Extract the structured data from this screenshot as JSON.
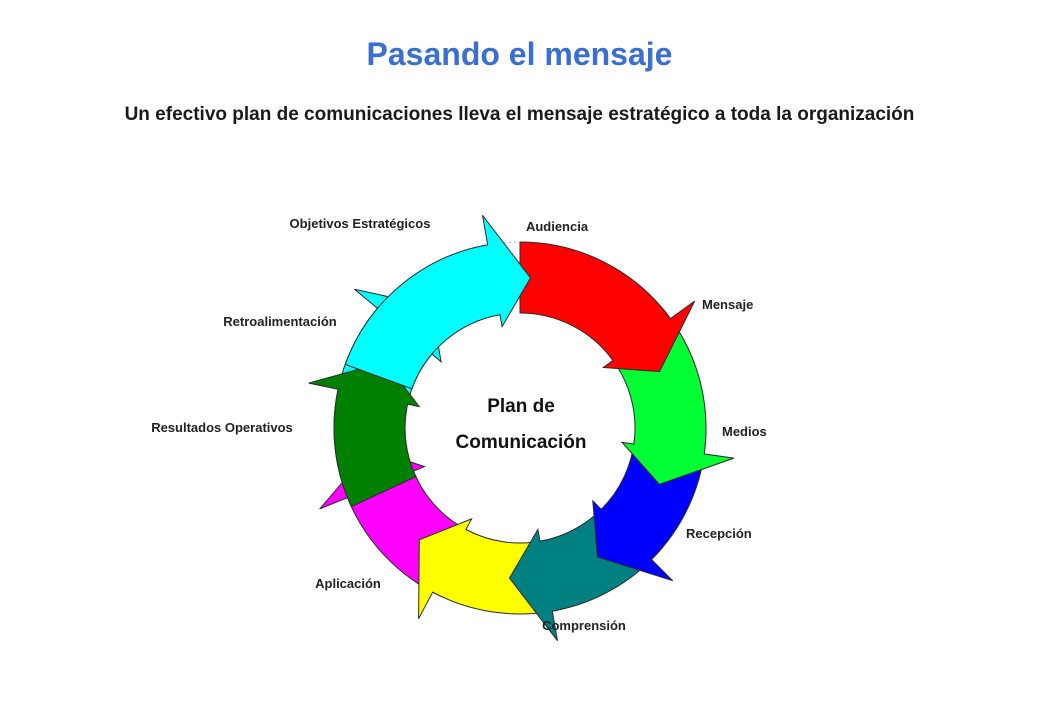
{
  "title": "Pasando el mensaje",
  "subtitle": "Un efectivo plan de comunicaciones lleva el mensaje estratégico a toda la organización",
  "center": {
    "line1": "Plan de",
    "line2": "Comunicación"
  },
  "steps": [
    {
      "label": "Objetivos Estratégicos",
      "color": "#00ffff"
    },
    {
      "label": "Audiencia",
      "color": "#ff0000"
    },
    {
      "label": "Mensaje",
      "color": "#00ff33"
    },
    {
      "label": "Medios",
      "color": "#0000ff"
    },
    {
      "label": "Recepción",
      "color": "#008080"
    },
    {
      "label": "Comprensión",
      "color": "#ffff00"
    },
    {
      "label": "Aplicación",
      "color": "#ff00ff"
    },
    {
      "label": "Resultados Operativos",
      "color": "#008000"
    },
    {
      "label": "Retroalimentación",
      "color": "#00ffff"
    }
  ]
}
